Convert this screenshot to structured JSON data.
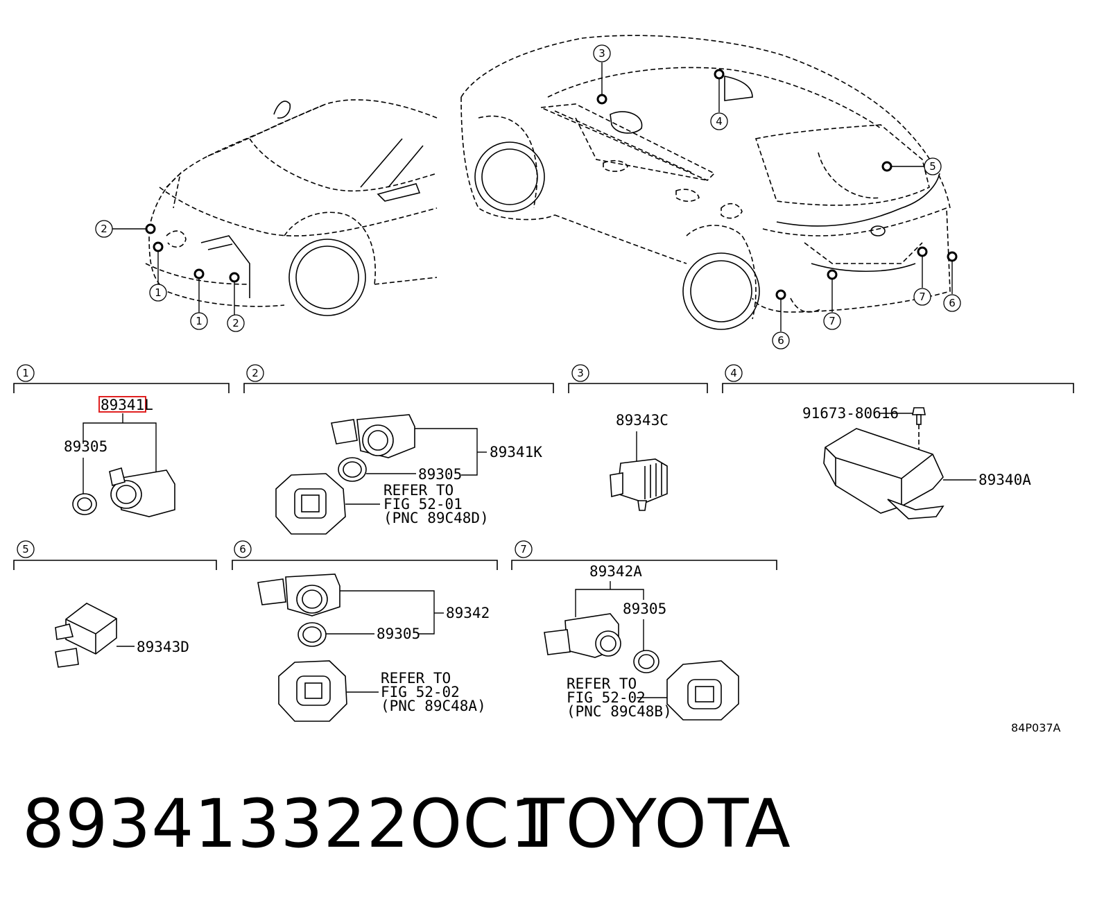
{
  "sections": [
    {
      "number": "1",
      "parts": [
        "89341L",
        "89305"
      ]
    },
    {
      "number": "2",
      "parts": [
        "89341K",
        "89305"
      ],
      "refer": [
        "REFER TO",
        "FIG 52-01",
        "(PNC 89C48D)"
      ]
    },
    {
      "number": "3",
      "parts": [
        "89343C"
      ]
    },
    {
      "number": "4",
      "parts": [
        "91673-80616",
        "89340A"
      ]
    },
    {
      "number": "5",
      "parts": [
        "89343D"
      ]
    },
    {
      "number": "6",
      "parts": [
        "89342",
        "89305"
      ],
      "refer": [
        "REFER TO",
        "FIG 52-02",
        "(PNC 89C48A)"
      ]
    },
    {
      "number": "7",
      "parts": [
        "89342A",
        "89305"
      ],
      "refer": [
        "REFER TO",
        "FIG 52-02",
        "(PNC 89C48B)"
      ]
    }
  ],
  "car_callouts": {
    "front": [
      "2",
      "1",
      "1",
      "2"
    ],
    "rear": [
      "3",
      "4",
      "5",
      "7",
      "6",
      "6",
      "7"
    ]
  },
  "highlight_color": "#e02020",
  "figure_code": "84P037A",
  "footer": {
    "part_number": "893413322OC1",
    "brand": "TOYOTA"
  }
}
